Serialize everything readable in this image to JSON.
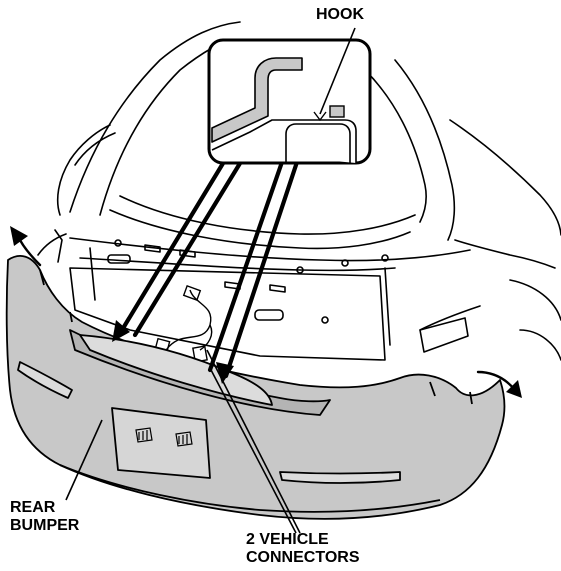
{
  "labels": {
    "hook": "HOOK",
    "rear_bumper_line1": "REAR",
    "rear_bumper_line2": "BUMPER",
    "connectors_line1": "2 VEHICLE",
    "connectors_line2": "CONNECTORS"
  },
  "colors": {
    "bumper_fill": "#c8c8c8",
    "line": "#000000",
    "background": "#ffffff"
  }
}
